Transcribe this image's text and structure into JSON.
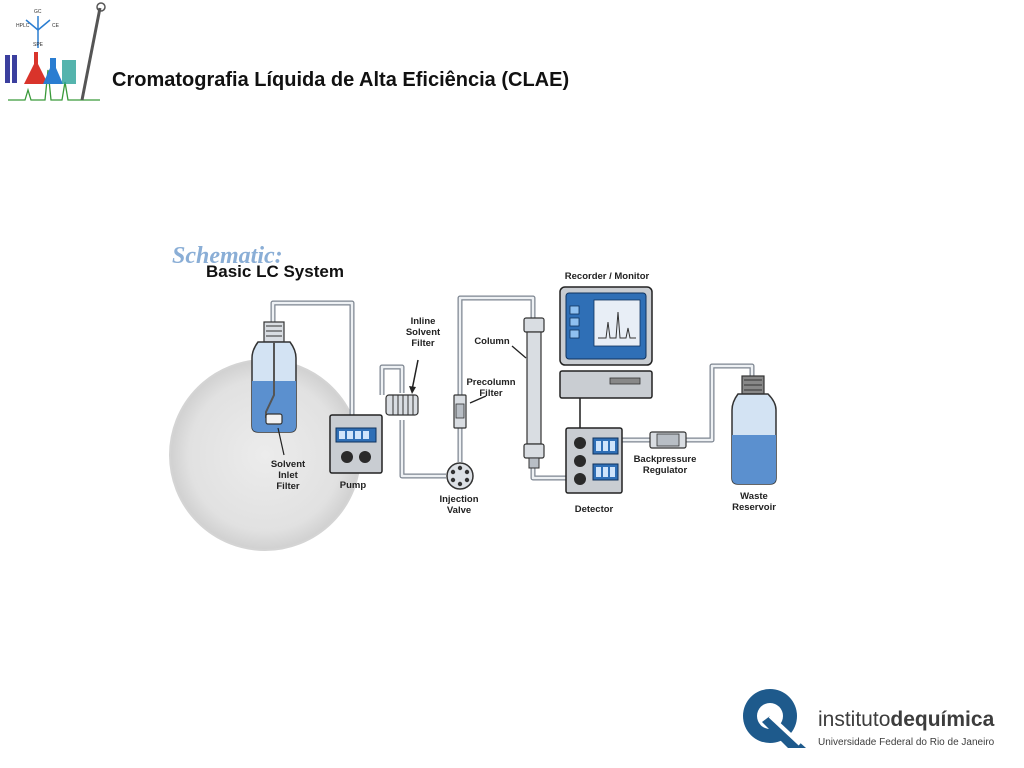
{
  "slide": {
    "title": "Cromatografia Líquida de Alta Eficiência (CLAE)"
  },
  "header_logo": {
    "tags": [
      "HPLC",
      "GC",
      "CE",
      "SPE"
    ]
  },
  "diagram": {
    "heading_script": "Schematic:",
    "heading": "Basic LC System",
    "labels": {
      "solvent_filter": [
        "Solvent",
        "Inlet",
        "Filter"
      ],
      "pump": "Pump",
      "inline_filter": [
        "Inline",
        "Solvent",
        "Filter"
      ],
      "injection_valve": [
        "Injection",
        "Valve"
      ],
      "precolumn_filter": [
        "Precolumn",
        "Filter"
      ],
      "column": "Column",
      "recorder": "Recorder / Monitor",
      "detector": "Detector",
      "backpressure": [
        "Backpressure",
        "Regulator"
      ],
      "waste": [
        "Waste",
        "Reservoir"
      ]
    }
  },
  "institution": {
    "name_light": "instituto",
    "name_bold": "de",
    "name_bold2": "química",
    "subtitle": "Universidade Federal do Rio de Janeiro"
  },
  "colors": {
    "accent_blue": "#1e5a8c",
    "liquid_blue": "#5b90cf"
  }
}
